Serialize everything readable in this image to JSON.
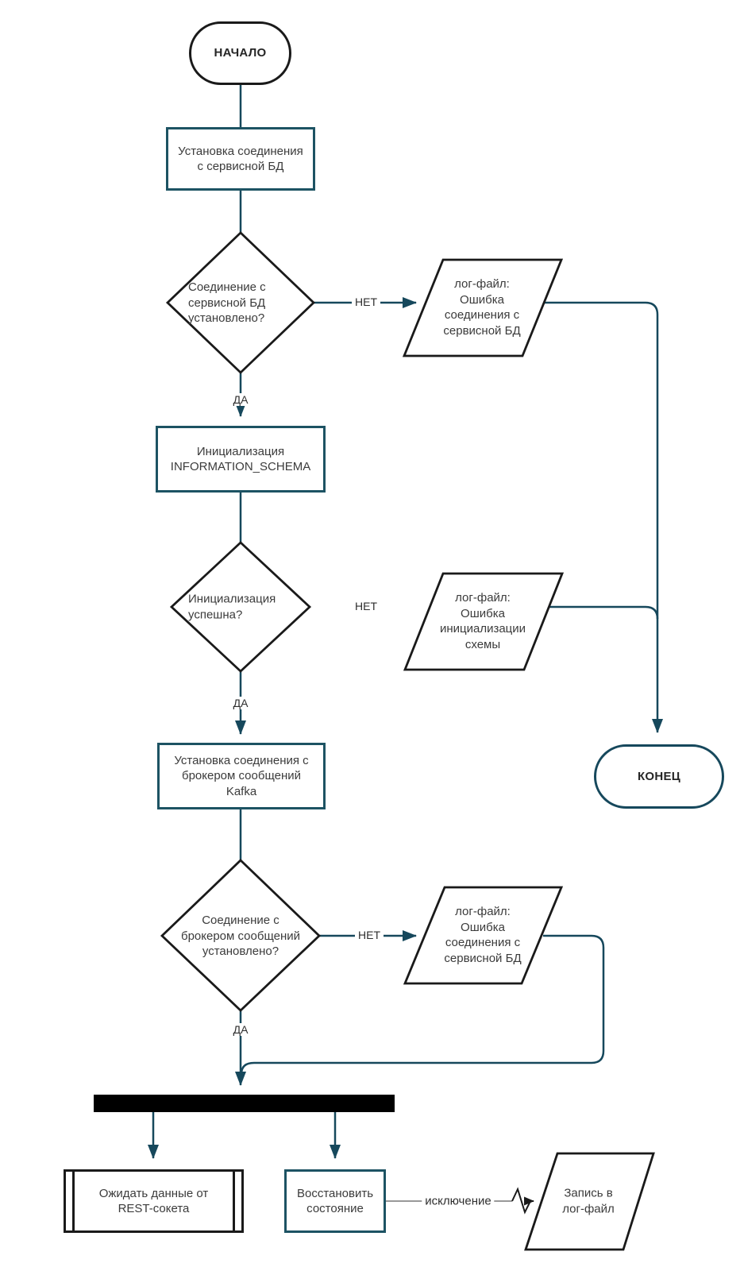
{
  "diagram": {
    "colors": {
      "connector": "#16485c",
      "process_border": "#1d5363",
      "shape_border": "#1a1a1a",
      "fork_bar": "#000000",
      "exception_line": "#999999",
      "text": "#3b3b3b"
    },
    "nodes": {
      "start": {
        "type": "terminal",
        "label": "НАЧАЛО"
      },
      "connect_db": {
        "type": "process",
        "label": "Установка соединения\nс сервисной БД"
      },
      "db_connected": {
        "type": "decision",
        "label": "Соединение с\nсервисной БД\nустановлено?"
      },
      "log_db_error": {
        "type": "io",
        "label": "лог-файл:\nОшибка\nсоединения с\nсервисной БД"
      },
      "init_schema": {
        "type": "process",
        "label": "Инициализация\nINFORMATION_SCHEMA"
      },
      "init_ok": {
        "type": "decision",
        "label": "Инициализация\nуспешна?"
      },
      "log_init_error": {
        "type": "io",
        "label": "лог-файл:\nОшибка\nинициализации\nсхемы"
      },
      "connect_kafka": {
        "type": "process",
        "label": "Установка соединения с\nброкером сообщений\nKafka"
      },
      "end": {
        "type": "terminal",
        "label": "КОНЕЦ"
      },
      "kafka_connected": {
        "type": "decision",
        "label": "Соединение с\nброкером сообщений\nустановлено?"
      },
      "log_kafka_error": {
        "type": "io",
        "label": "лог-файл:\nОшибка\nсоединения с\nсервисной БД"
      },
      "fork": {
        "type": "fork-bar",
        "label": ""
      },
      "wait_rest": {
        "type": "predefined",
        "label": "Ожидать данные от\nREST-сокета"
      },
      "restore_state": {
        "type": "process",
        "label": "Восстановить\nсостояние"
      },
      "write_log": {
        "type": "io",
        "label": "Запись в\nлог-файл"
      }
    },
    "edge_labels": {
      "no": "НЕТ",
      "yes": "ДА",
      "exception": "исключение"
    }
  }
}
